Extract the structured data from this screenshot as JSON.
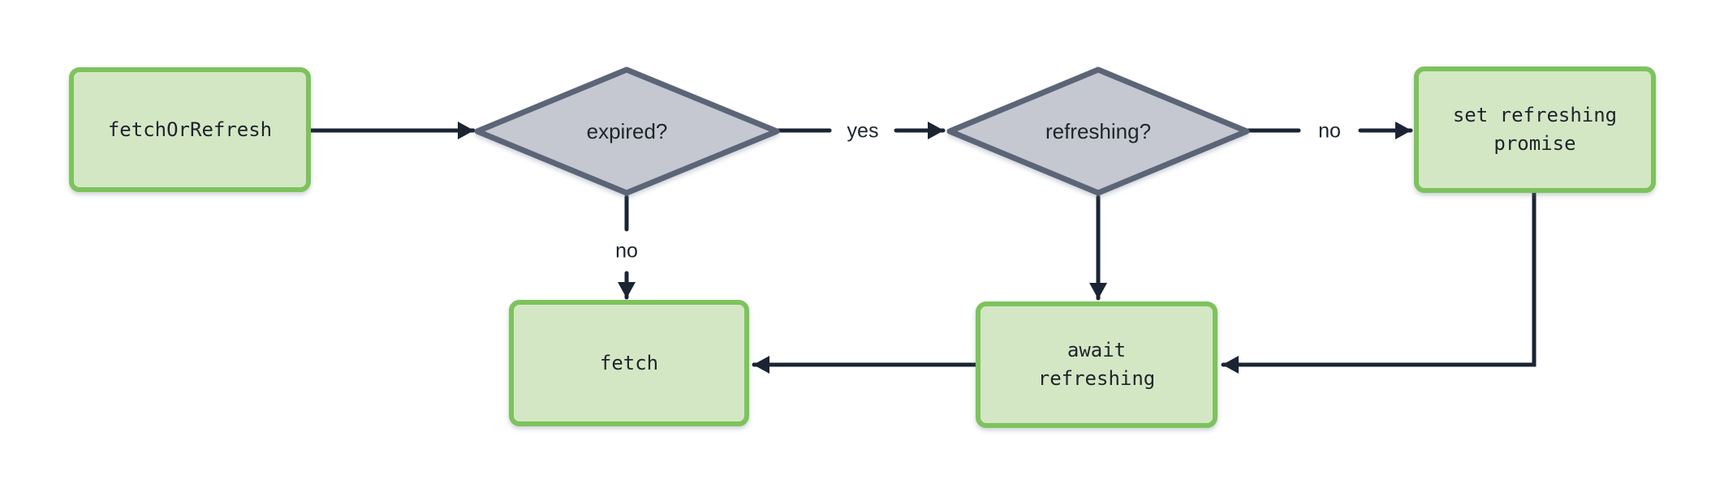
{
  "diagram": {
    "type": "flowchart",
    "colors": {
      "background": "#ffffff",
      "node_fill": "#d4e7c5",
      "node_border": "#7dc35c",
      "decision_fill": "#c5c8d0",
      "decision_border": "#5c6577",
      "edge": "#1b2433",
      "node_text": "#1f242b"
    },
    "nodes": {
      "start": {
        "label": "fetchOrRefresh",
        "shape": "rectangle"
      },
      "expired": {
        "label": "expired?",
        "shape": "diamond"
      },
      "refreshing": {
        "label": "refreshing?",
        "shape": "diamond"
      },
      "set_promise": {
        "label": "set refreshing\npromise",
        "shape": "rectangle"
      },
      "fetch": {
        "label": "fetch",
        "shape": "rectangle"
      },
      "await_refreshing": {
        "label": "await\nrefreshing",
        "shape": "rectangle"
      }
    },
    "edge_labels": {
      "expired_yes": "yes",
      "expired_no": "no",
      "refreshing_no": "no"
    },
    "edges": [
      {
        "from": "start",
        "to": "expired",
        "label": ""
      },
      {
        "from": "expired",
        "to": "refreshing",
        "label": "yes"
      },
      {
        "from": "expired",
        "to": "fetch",
        "label": "no"
      },
      {
        "from": "refreshing",
        "to": "set_promise",
        "label": "no"
      },
      {
        "from": "refreshing",
        "to": "await_refreshing",
        "label": ""
      },
      {
        "from": "set_promise",
        "to": "await_refreshing",
        "label": ""
      },
      {
        "from": "await_refreshing",
        "to": "fetch",
        "label": ""
      }
    ]
  }
}
